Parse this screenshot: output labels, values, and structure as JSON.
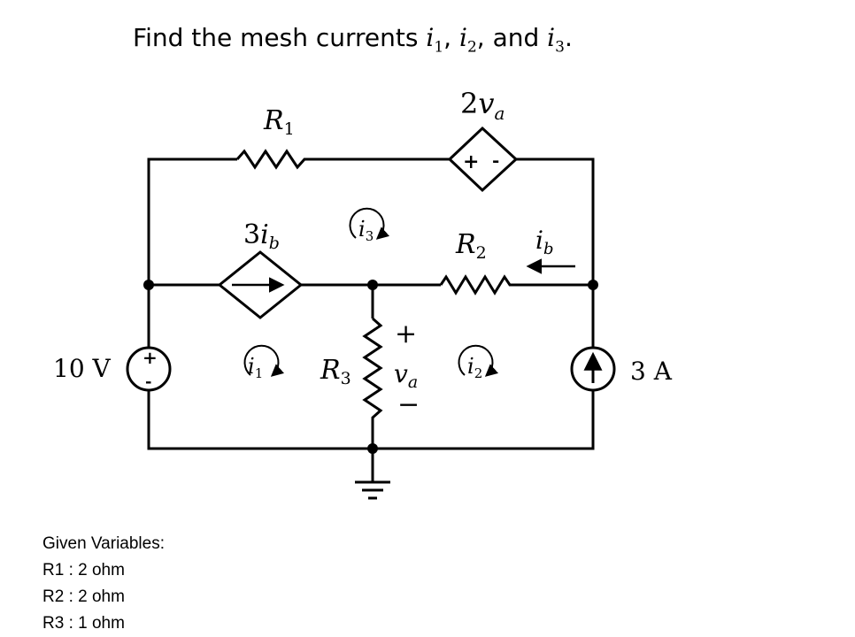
{
  "problem": {
    "text": "Find the mesh currents",
    "vars": [
      {
        "base": "i",
        "sub": "1"
      },
      {
        "base": "i",
        "sub": "2"
      },
      {
        "base": "i",
        "sub": "3"
      }
    ],
    "sep1": ", ",
    "sep2": ", and ",
    "end": "."
  },
  "circuit": {
    "r1": {
      "base": "R",
      "sub": "1"
    },
    "r2": {
      "base": "R",
      "sub": "2"
    },
    "r3": {
      "base": "R",
      "sub": "3"
    },
    "dep_voltage": {
      "coef": "2",
      "base": "v",
      "sub": "a"
    },
    "dep_current": {
      "coef": "3",
      "base": "i",
      "sub": "b"
    },
    "ib_label": {
      "base": "i",
      "sub": "b"
    },
    "va_label": {
      "base": "v",
      "sub": "a"
    },
    "va_plus": "+",
    "va_minus": "−",
    "dep_v_plus": "+",
    "dep_v_minus": "-",
    "vsource_label": "10 V",
    "vsource_plus": "+",
    "vsource_minus": "-",
    "isource_label": "3 A",
    "mesh1": {
      "base": "i",
      "sub": "1"
    },
    "mesh2": {
      "base": "i",
      "sub": "2"
    },
    "mesh3": {
      "base": "i",
      "sub": "3"
    }
  },
  "given": {
    "title": "Given Variables:",
    "items": [
      {
        "name": "R1",
        "sep": " : ",
        "value": "2 ohm"
      },
      {
        "name": "R2",
        "sep": " : ",
        "value": "2 ohm"
      },
      {
        "name": "R3",
        "sep": " : ",
        "value": "1 ohm"
      }
    ]
  }
}
